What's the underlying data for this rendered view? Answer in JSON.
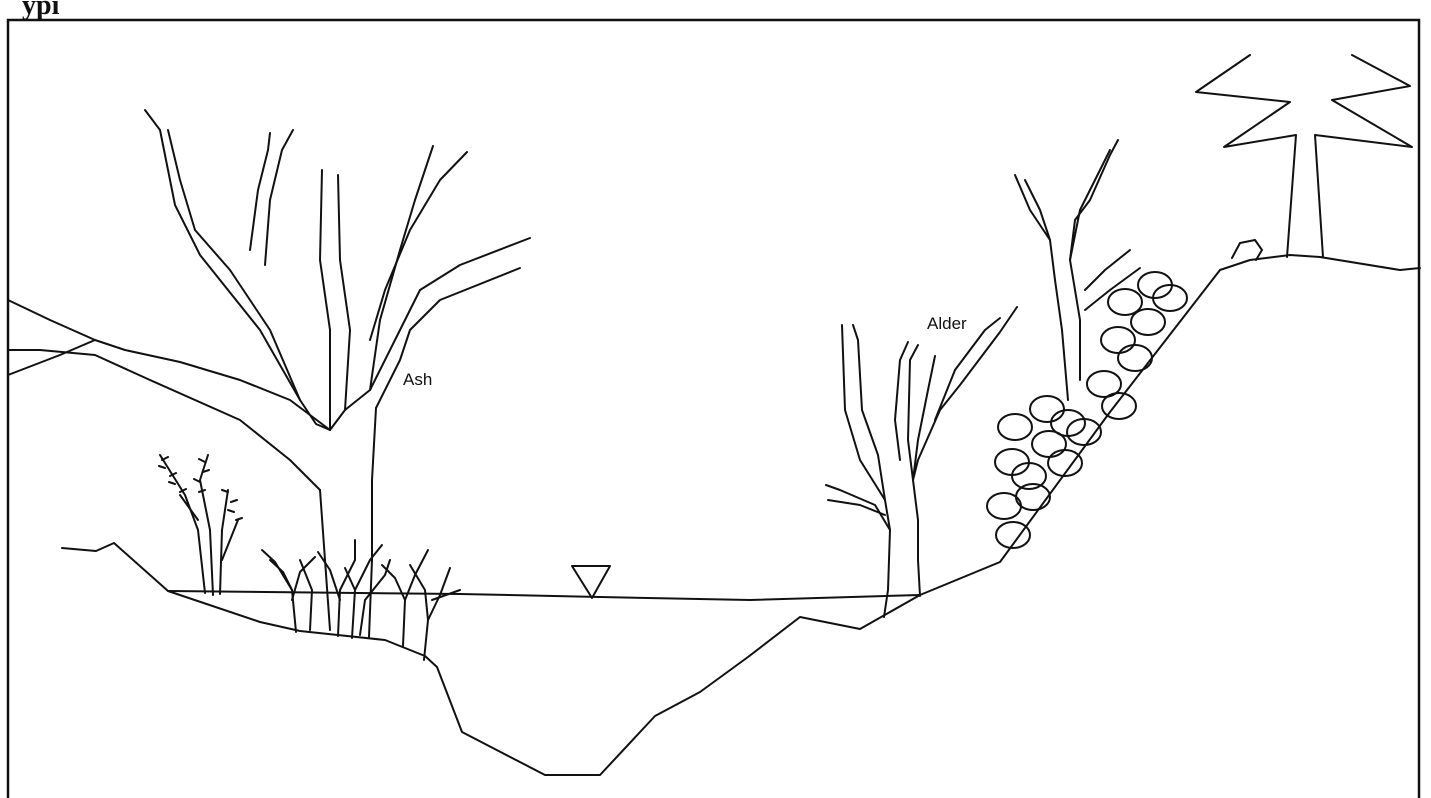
{
  "figure": {
    "labels": {
      "ash": "Ash",
      "alder": "Alder"
    },
    "clipped_heading": "ypi"
  }
}
